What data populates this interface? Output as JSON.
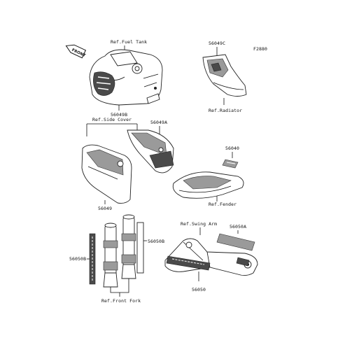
{
  "figure_id": "F2880",
  "front_arrow": "FRONT",
  "labels": {
    "ref_fuel_tank": "Ref.Fuel Tank",
    "part_56049B": "56049B",
    "part_56049C": "56049C",
    "ref_radiator": "Ref.Radiator",
    "ref_side_cover": "Ref.Side Cover",
    "part_56049A": "56049A",
    "part_56049": "56049",
    "part_56040": "56040",
    "ref_fender": "Ref.Fender",
    "ref_swing_arm": "Ref.Swing Arm",
    "part_56050A": "56050A",
    "part_56050B_right": "56050B",
    "part_56050B_left": "56050B",
    "part_56050": "56050",
    "ref_front_fork": "Ref.Front Fork"
  }
}
